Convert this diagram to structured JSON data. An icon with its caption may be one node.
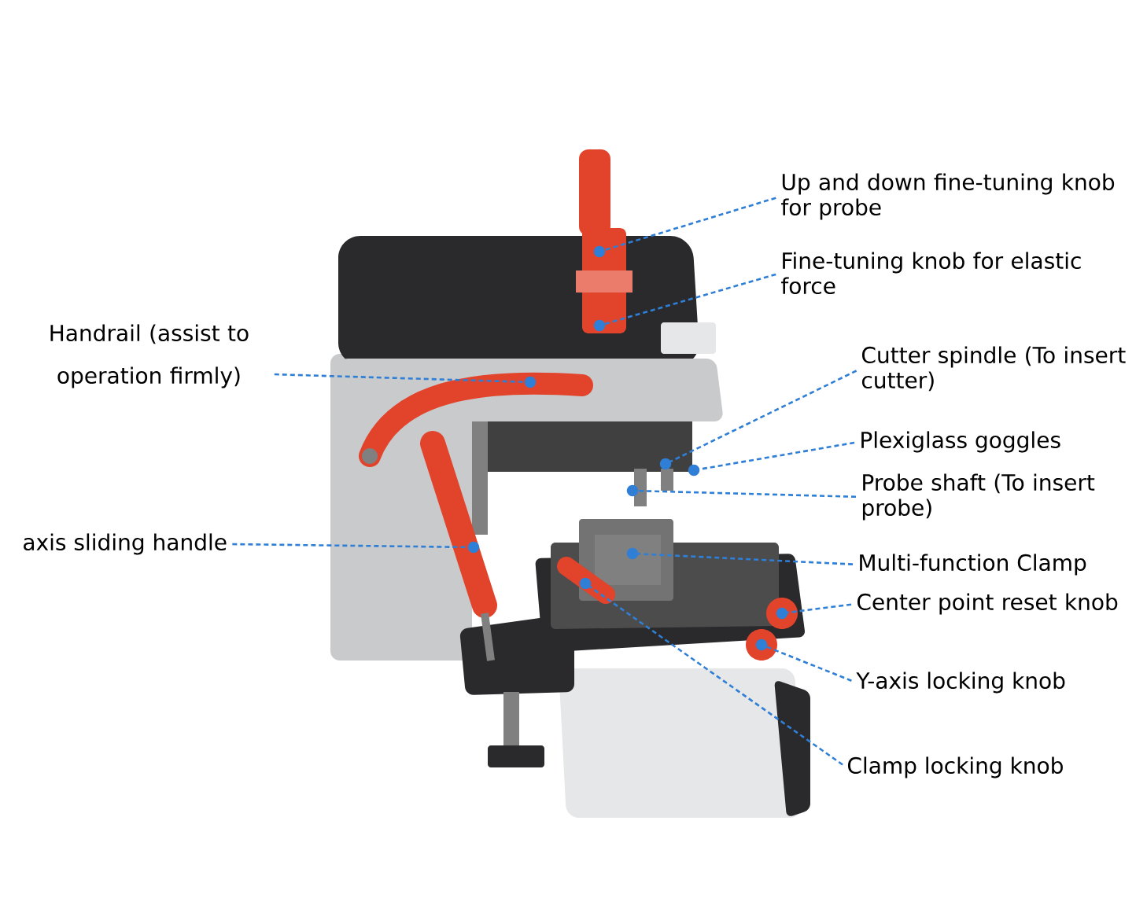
{
  "diagram": {
    "nodes": [
      {
        "text": [
          "Up and down fine-tuning knob for probe"
        ]
      },
      {
        "text": [
          "Fine-tuning knob for elastic force"
        ]
      },
      {
        "text": [
          "Handrail (assist to operation firmly)"
        ]
      },
      {
        "text": [
          "axis sliding handle"
        ]
      },
      {
        "text": [
          "Cutter spindle (To insert cutter)"
        ]
      },
      {
        "text": [
          "Plexiglass goggles"
        ]
      },
      {
        "text": [
          "Probe shaft (To insert probe)"
        ]
      },
      {
        "text": [
          "Multi-function Clamp"
        ]
      },
      {
        "text": [
          "Center point reset knob"
        ]
      },
      {
        "text": [
          "Y-axis locking knob"
        ]
      },
      {
        "text": [
          "Clamp locking knob"
        ]
      }
    ],
    "edges": [
      {
        "from": 0,
        "to": null,
        "arrow": "other",
        "style": "dashed"
      },
      {
        "from": 1,
        "to": null,
        "arrow": "other",
        "style": "dashed"
      },
      {
        "from": 2,
        "to": null,
        "arrow": "other",
        "style": "dashed"
      },
      {
        "from": 3,
        "to": null,
        "arrow": "other",
        "style": "dashed"
      },
      {
        "from": 4,
        "to": null,
        "arrow": "other",
        "style": "dashed"
      },
      {
        "from": 5,
        "to": null,
        "arrow": "other",
        "style": "dashed"
      },
      {
        "from": 6,
        "to": null,
        "arrow": "other",
        "style": "dashed"
      },
      {
        "from": 7,
        "to": null,
        "arrow": "other",
        "style": "dashed"
      },
      {
        "from": 8,
        "to": null,
        "arrow": "other",
        "style": "dashed"
      },
      {
        "from": 9,
        "to": null,
        "arrow": "other",
        "style": "dashed"
      },
      {
        "from": 10,
        "to": null,
        "arrow": "other",
        "style": "dashed"
      }
    ]
  }
}
